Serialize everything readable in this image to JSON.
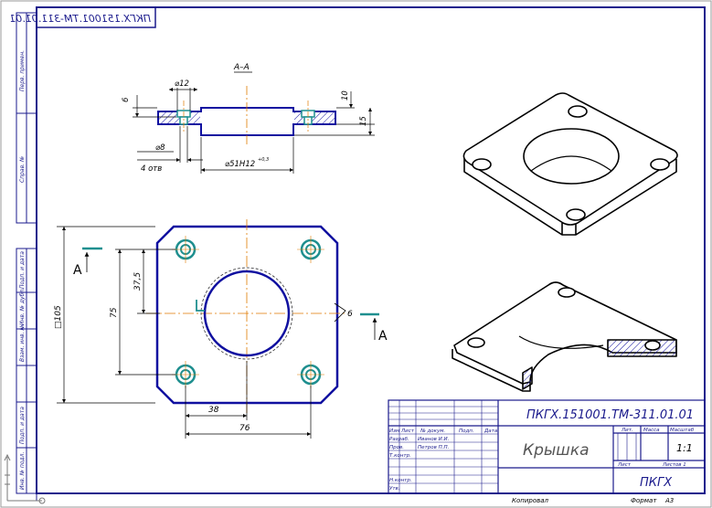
{
  "drawing": {
    "code_top_mirrored": "ПКГХ.151001.ТМ-311.01.01",
    "code_title": "ПКГХ.151001.ТМ-311.01.01",
    "part_name": "Крышка",
    "organization": "ПКГХ",
    "scale": "1:1",
    "section_label": "А–А",
    "cut_marker": "А",
    "copied_label": "Копировал",
    "format_label": "Формат",
    "format_value": "А3"
  },
  "dimensions": {
    "d12": "⌀12",
    "d8": "⌀8",
    "holes": "4 отв",
    "d51": "⌀51H12",
    "d51_tol": "+0,3",
    "h6": "6",
    "h10": "10",
    "h15": "15",
    "sq105": "□105",
    "v75": "75",
    "v37": "37,5",
    "h38": "38",
    "h76": "76",
    "weld6": "6"
  },
  "title_block": {
    "col_izm": "Изм",
    "col_list": "Лист",
    "col_doc": "№ докум.",
    "col_sign": "Подп.",
    "col_date": "Дата",
    "role_dev": "Разраб.",
    "role_check": "Пров.",
    "role_tcontrol": "Т.контр.",
    "role_ncontrol": "Н.контр.",
    "role_approve": "Утв.",
    "dev_name": "Иванов И.И.",
    "check_name": "Петров П.П.",
    "lit": "Лит.",
    "mass": "Масса",
    "scale_hdr": "Масштаб",
    "sheet": "Лист",
    "sheets": "Листов 1"
  },
  "left_strip": {
    "perv": "Перв. примен.",
    "sprav": "Справ. №",
    "podp_date_1": "Подп. и дата",
    "inv_dubl": "Инв. № дубл.",
    "vzam_inv": "Взам. инв. №",
    "podp_date_2": "Подп. и дата",
    "inv_podl": "Инв. № подл."
  },
  "colors": {
    "frame": "#1a1a8c",
    "outline": "#1010a0",
    "center": "#e07a00",
    "hole": "#1f8f8f",
    "dim": "#000000"
  }
}
